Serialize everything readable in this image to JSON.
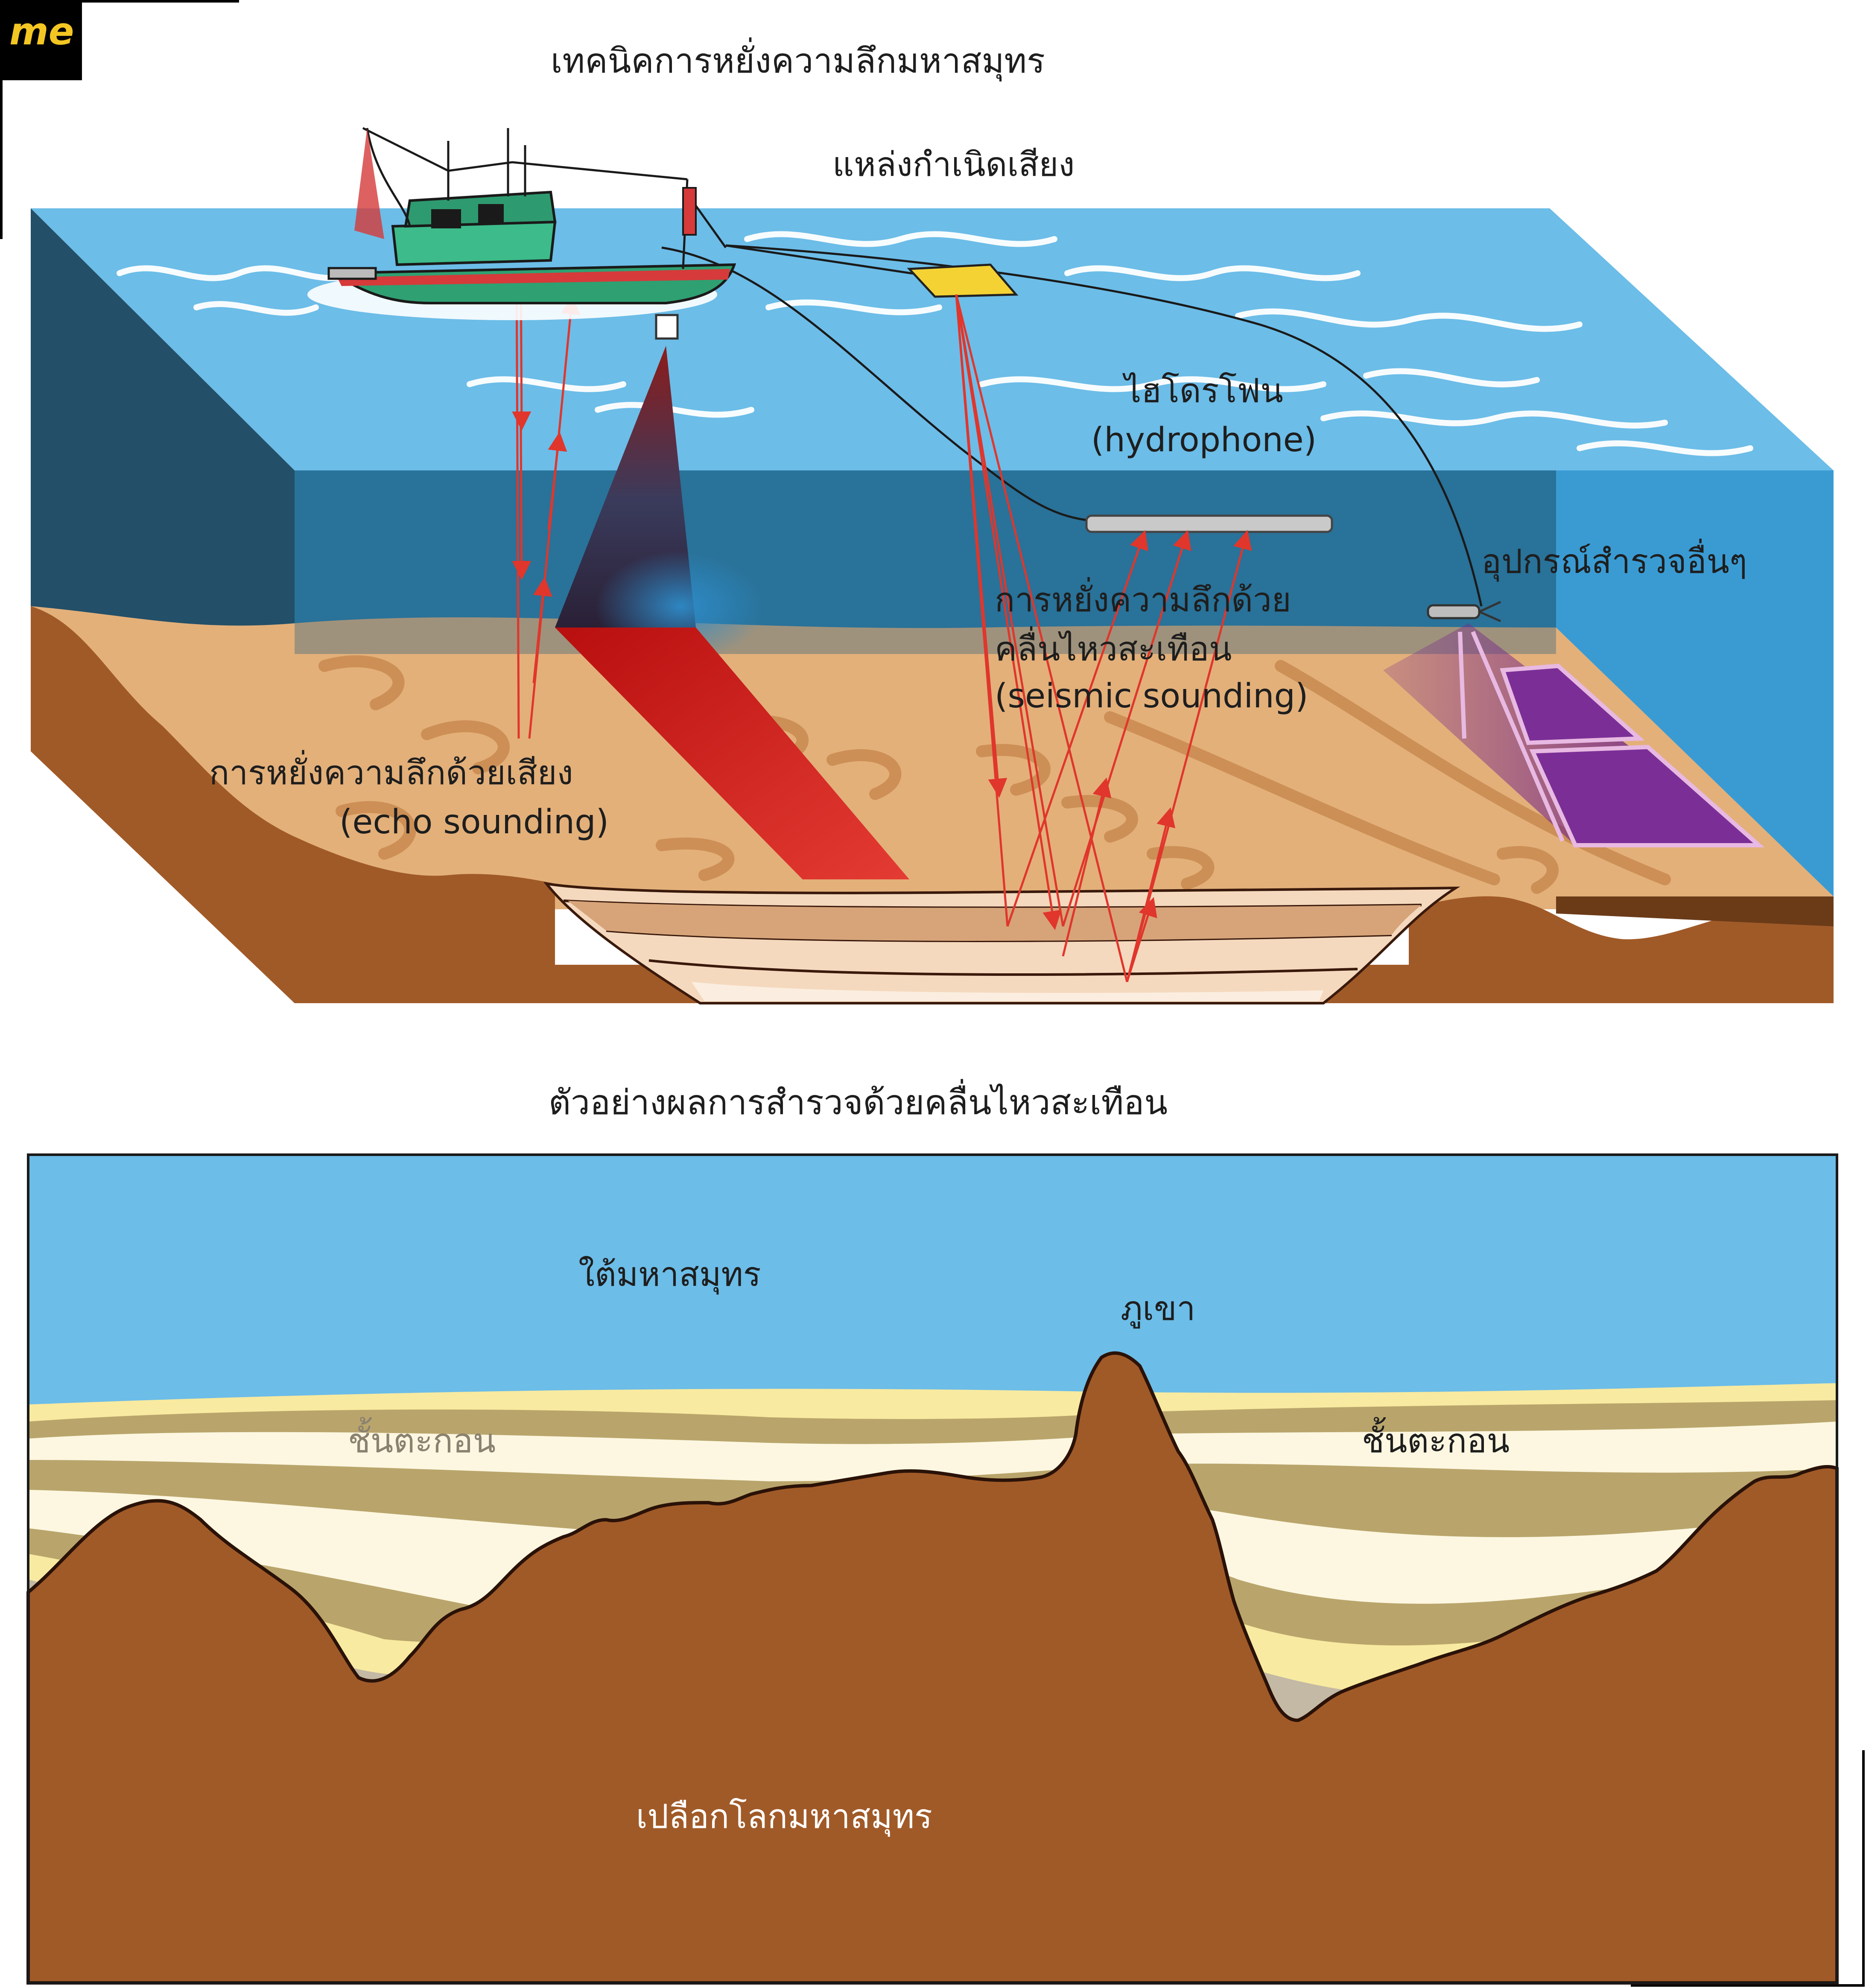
{
  "logo": {
    "text": "me"
  },
  "top_diagram": {
    "title": "เทคนิคการหยั่งความลึกมหาสมุทร",
    "sound_source": "แหล่งกำเนิดเสียง",
    "hydrophone_th": "ไฮโดรโฟน",
    "hydrophone_en": "(hydrophone)",
    "other_equipment": "อุปกรณ์สำรวจอื่นๆ",
    "seismic_th_1": "การหยั่งความลึกด้วย",
    "seismic_th_2": "คลื่นไหวสะเทือน",
    "seismic_en": "(seismic sounding)",
    "echo_th": "การหยั่งความลึกด้วยเสียง",
    "echo_en": "(echo sounding)"
  },
  "bottom_diagram": {
    "title": "ตัวอย่างผลการสำรวจด้วยคลื่นไหวสะเทือน",
    "under_sea": "ใต้มหาสมุทร",
    "mountain": "ภูเขา",
    "sediment_left": "ชั้นตะกอน",
    "sediment_right": "ชั้นตะกอน",
    "crust": "เปลือกโลกมหาสมุทร"
  },
  "colors": {
    "sea_surface": "#6cbde8",
    "water_front": "#2f7ea6",
    "water_left": "#234f68",
    "seabed_sand": "#e3b07a",
    "crust_brown": "#a05a28",
    "ray_red": "#e0362c",
    "sediment_tan": "#b9a56b",
    "sediment_cream": "#fdf7e1",
    "sediment_yellow": "#f8eaa0",
    "sediment_grey": "#c3b9a4"
  }
}
